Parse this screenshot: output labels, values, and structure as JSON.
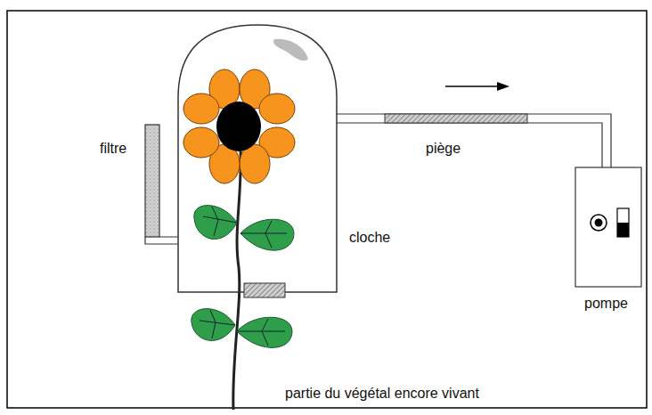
{
  "diagram": {
    "labels": [
      "filtre",
      "piège",
      "cloche",
      "pompe",
      "partie du végétal encore vivant"
    ]
  }
}
